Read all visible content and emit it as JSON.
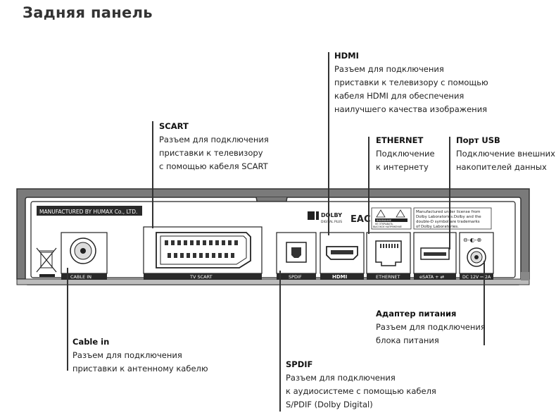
{
  "title": "Задняя панель",
  "panel": {
    "manufacturer": "MANUFACTURED BY HUMAX Co., LTD.",
    "dolby_logo": "DOLBY",
    "dolby_sub": "DIGITAL PLUS",
    "eac": "EAC",
    "license_text": [
      "Manufactured under license from",
      "Dolby Laboratories.Dolby and the",
      "double-D symbol are trademarks",
      "of Dolby Laboratories."
    ],
    "warning_text": [
      "ВНИМАНИЕ",
      "НЕ ОТКРЫВАТЬ",
      "ВЫСОКОЕ НАПРЯЖЕНИЕ"
    ],
    "ports": {
      "cable_in": "CABLE IN",
      "scart": "TV SCART",
      "spdif": "SPDIF",
      "hdmi": "HDMI",
      "ethernet": "ETHERNET",
      "usb": "eSATA + ⇄",
      "dc": "DC 12V ⎓ 2A"
    }
  },
  "callouts": {
    "hdmi": {
      "head": "HDMI",
      "lines": [
        "Разъем для подключения",
        "приставки к телевизору с помощью",
        "кабеля HDMI для обеспечения",
        "наилучшего качества изображения"
      ]
    },
    "scart": {
      "head": "SCART",
      "lines": [
        "Разъем для подключения",
        "приставки к телевизору",
        "с помощью кабеля SCART"
      ]
    },
    "ethernet": {
      "head": "ETHERNET",
      "lines": [
        "Подключение",
        "к интернету"
      ]
    },
    "usb": {
      "head": "Порт USB",
      "lines": [
        "Подключение внешних",
        "накопителей данных"
      ]
    },
    "power": {
      "head": "Адаптер питания",
      "lines": [
        "Разъем для подключения",
        "блока питания"
      ]
    },
    "cable_in": {
      "head": "Cable in",
      "lines": [
        "Разъем для подключения",
        "приставки к антенному кабелю"
      ]
    },
    "spdif": {
      "head": "SPDIF",
      "lines": [
        "Разъем для подключения",
        "к аудиосистеме с помощью кабеля",
        "S/PDIF (Dolby Digital)"
      ]
    }
  }
}
